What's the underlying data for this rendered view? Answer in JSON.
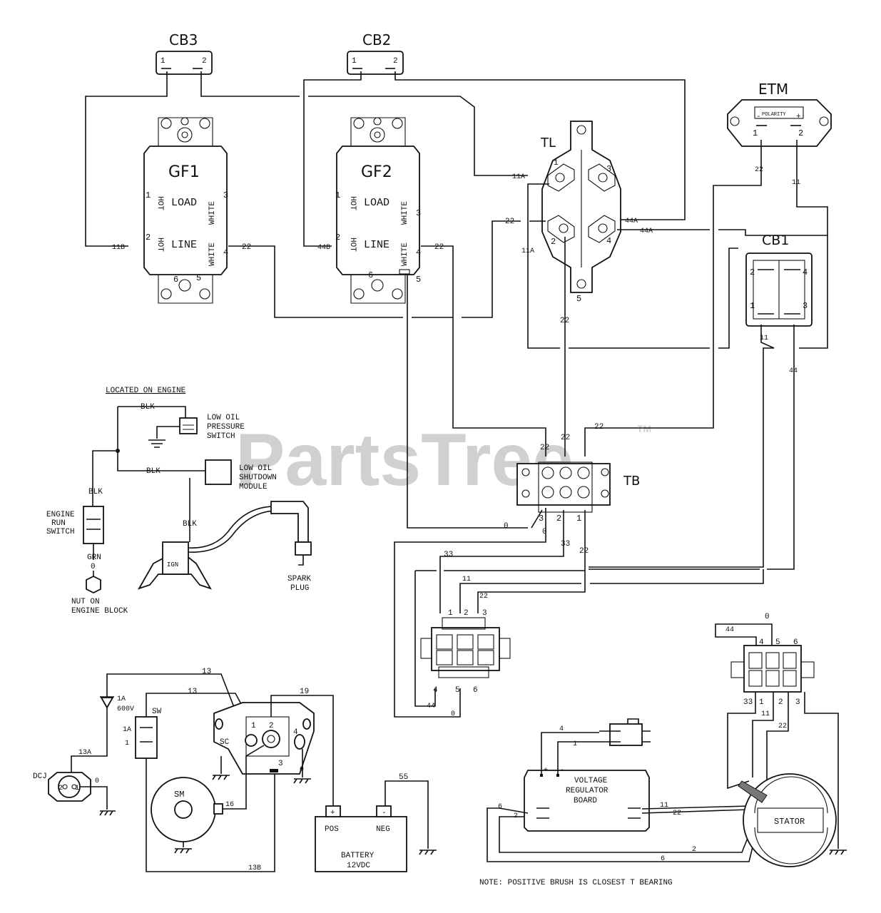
{
  "watermark": {
    "text": "PartsTree",
    "tm": "TM"
  },
  "components": {
    "cb3": {
      "label": "CB3",
      "t1": "1",
      "t2": "2"
    },
    "cb2": {
      "label": "CB2",
      "t1": "1",
      "t2": "2"
    },
    "etm": {
      "label": "ETM",
      "polarity": "POLARITY",
      "minus": "-",
      "plus": "+",
      "t1": "1",
      "t2": "2"
    },
    "gf1": {
      "label": "GF1",
      "load": "LOAD",
      "line": "LINE",
      "hot1": "HOT",
      "hot2": "HOT",
      "white1": "WHITE",
      "white2": "WHITE",
      "t1": "1",
      "t2": "2",
      "t3": "3",
      "t4": "4",
      "t5": "5",
      "t6": "6"
    },
    "gf2": {
      "label": "GF2",
      "load": "LOAD",
      "line": "LINE",
      "hot1": "HOT",
      "hot2": "HOT",
      "white1": "WHITE",
      "white2": "WHITE",
      "t1": "1",
      "t2": "2",
      "t3": "3",
      "t4": "4",
      "t5": "5",
      "t6": "6"
    },
    "tl": {
      "label": "TL",
      "t1": "1",
      "t2": "2",
      "t3": "3",
      "t4": "4",
      "t5": "5"
    },
    "cb1": {
      "label": "CB1",
      "t1": "1",
      "t2": "2",
      "t3": "3",
      "t4": "4"
    },
    "tb": {
      "label": "TB",
      "t1": "1",
      "t2": "2",
      "t3": "3"
    },
    "engine": {
      "located": "LOCATED ON ENGINE",
      "oil_switch": [
        "LOW OIL",
        "PRESSURE",
        "SWITCH"
      ],
      "oil_module": [
        "LOW OIL",
        "SHUTDOWN",
        "MODULE"
      ],
      "run_switch": [
        "ENGINE",
        "RUN",
        "SWITCH"
      ],
      "nut": [
        "NUT ON",
        "ENGINE BLOCK"
      ],
      "spark": [
        "SPARK",
        "PLUG"
      ],
      "ign": "IGN",
      "blk": "BLK",
      "grn": "GRN",
      "zero": "0"
    },
    "connector_a": {
      "pins": [
        "1",
        "2",
        "3",
        "4",
        "5",
        "6"
      ]
    },
    "connector_b": {
      "pins": [
        "4",
        "5",
        "6",
        "33",
        "1",
        "2",
        "3"
      ]
    },
    "starter": {
      "diode_rating": [
        "1A",
        "600V"
      ],
      "sw": "SW",
      "sw_1a": "1A",
      "sw_1": "1",
      "sc": "SC",
      "sc_1": "1",
      "sc_2": "2",
      "sc_3": "3",
      "sc_4": "4",
      "sm": "SM",
      "dcj": "DCJ",
      "dcj_2": "2",
      "dcj_1": "1"
    },
    "battery": {
      "pos": "POS",
      "neg": "NEG",
      "plus": "+",
      "minus": "-",
      "name": "BATTERY",
      "volts": "12VDC"
    },
    "regulator": {
      "lines": [
        "VOLTAGE",
        "REGULATOR",
        "BOARD"
      ],
      "plus": "+",
      "minus": "-"
    },
    "stator": {
      "label": "STATOR"
    }
  },
  "wires": {
    "w11A": "11A",
    "w11B": "11B",
    "w44A": "44A",
    "w44B": "44B",
    "w22": "22",
    "w11": "11",
    "w44": "44",
    "w33": "33",
    "w0": "0",
    "w13": "13",
    "w13A": "13A",
    "w13B": "13B",
    "w19": "19",
    "w55": "55",
    "w16": "16",
    "w4": "4",
    "w1": "1",
    "w6": "6",
    "w2": "2"
  },
  "note": "NOTE: POSITIVE BRUSH IS CLOSEST T   BEARING"
}
